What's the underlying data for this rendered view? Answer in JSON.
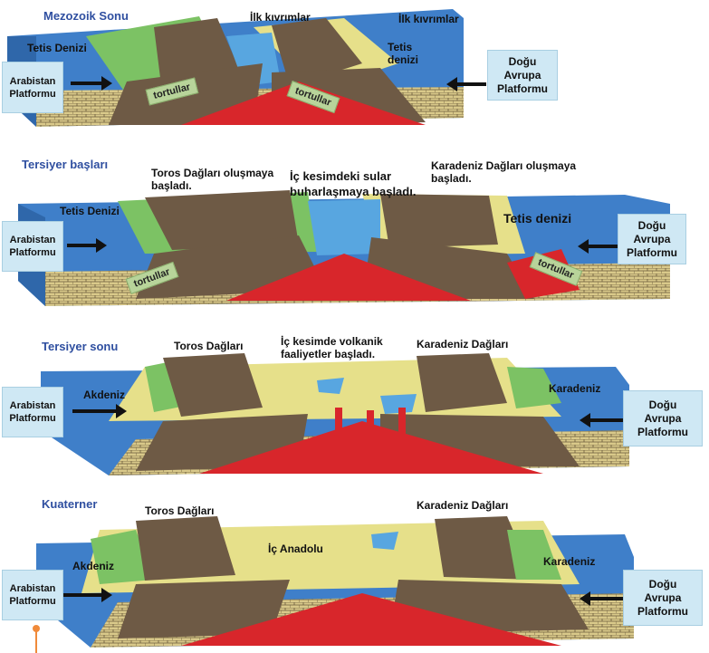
{
  "colors": {
    "sea": "#3f7fc9",
    "land": "#e6e08a",
    "mountain": "#6e5a45",
    "magma": "#d8262b",
    "rock": "#c9b27a",
    "shore_green": "#7cc264"
  },
  "platform_left": [
    "Arabistan",
    "Platformu"
  ],
  "platform_right": [
    "Doğu",
    "Avrupa",
    "Platformu"
  ],
  "panels": [
    {
      "title": "Mezozoik Sonu",
      "labels": [
        "İlk kıvrımlar",
        "İlk kıvrımlar"
      ],
      "sea_left": "Tetis Denizi",
      "sea_right": [
        "Tetis",
        "denizi"
      ],
      "tortul": [
        "tortullar",
        "tortullar"
      ]
    },
    {
      "title": "Tersiyer başları",
      "labels": [
        "Toros Dağları oluşmaya başladı.",
        "İç kesimdeki sular buharlaşmaya başladı.",
        "Karadeniz Dağları oluşmaya başladı."
      ],
      "sea_left": "Tetis Denizi",
      "sea_right": "Tetis denizi",
      "tortul": [
        "tortullar",
        "tortullar"
      ]
    },
    {
      "title": "Tersiyer sonu",
      "labels": [
        "Toros Dağları",
        "İç kesimde volkanik faaliyetler başladı.",
        "Karadeniz Dağları"
      ],
      "sea_left": "Akdeniz",
      "sea_right": "Karadeniz"
    },
    {
      "title": "Kuaterner",
      "labels": [
        "Toros Dağları",
        "Karadeniz Dağları",
        "İç Anadolu"
      ],
      "sea_left": "Akdeniz",
      "sea_right": "Karadeniz"
    }
  ]
}
